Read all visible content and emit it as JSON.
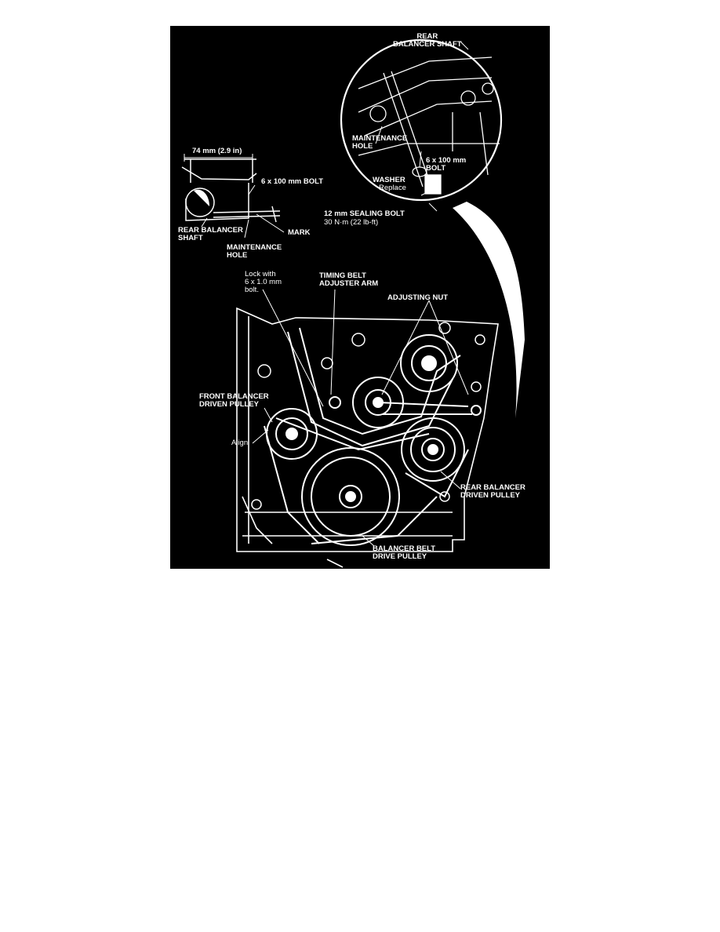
{
  "figure": {
    "background": "#000000",
    "line_color": "#ffffff",
    "labels": {
      "rear_balancer_shaft_top": "REAR\nBALANCER SHAFT",
      "maintenance_hole_top": "MAINTENANCE\nHOLE",
      "bolt_6x100_top": "6 x 100 mm\nBOLT",
      "washer": "WASHER",
      "replace": "Replace",
      "sealing_bolt": "12 mm SEALING BOLT",
      "torque": "30 N·m (22 lb-ft)",
      "dimension": "74 mm (2.9 in)",
      "bolt_6x100_left": "6 x 100 mm BOLT",
      "rear_balancer_shaft_left": "REAR BALANCER\nSHAFT",
      "mark": "MARK",
      "maintenance_hole_left": "MAINTENANCE\nHOLE",
      "lock_with": "Lock with\n6 x 1.0 mm\nbolt.",
      "timing_belt_adjuster_arm": "TIMING BELT\nADJUSTER ARM",
      "adjusting_nut": "ADJUSTING NUT",
      "front_balancer_driven_pulley": "FRONT BALANCER\nDRIVEN PULLEY",
      "align": "Align",
      "rear_balancer_driven_pulley": "REAR BALANCER\nDRIVEN PULLEY",
      "balancer_belt_drive_pulley": "BALANCER BELT\nDRIVE PULLEY"
    }
  }
}
